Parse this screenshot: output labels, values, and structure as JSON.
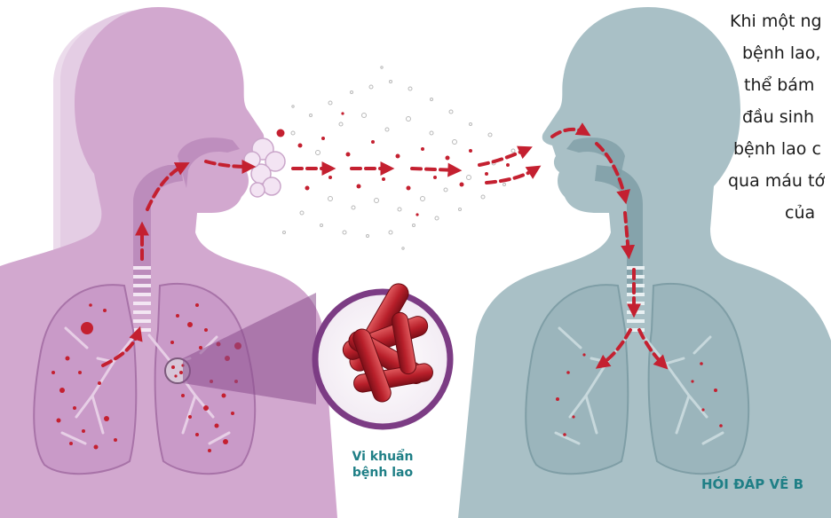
{
  "intro_text": {
    "lines": [
      "Khi một ng",
      "bệnh lao,",
      "thể bám",
      "đầu sinh",
      "bệnh lao c",
      "qua máu tớ",
      "của"
    ]
  },
  "bacteria_label": {
    "line1": "Vi khuẩn",
    "line2": "bệnh lao"
  },
  "footer": {
    "title": "HỎI ĐÁP VỀ B"
  },
  "colors": {
    "infected_person": "#d2a8cf",
    "infected_person_dark": "#b987b9",
    "healthy_person": "#a9c0c6",
    "healthy_person_dark": "#7f9ea6",
    "bacteria_red": "#c42030",
    "lens_border": "#7c3c84",
    "label_teal": "#1f7f86"
  }
}
